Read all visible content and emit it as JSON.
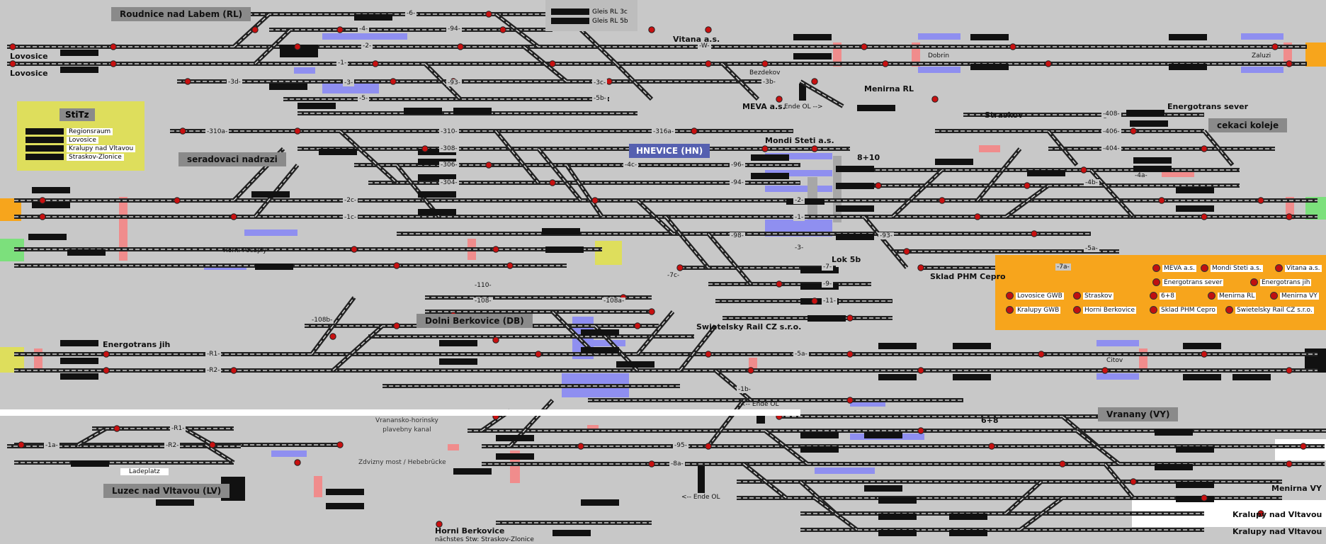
{
  "stations": {
    "roudnice": "Roudnice nad Labem (RL)",
    "seradovaci": "seradovaci nadrazi",
    "hnevice": "HNEVICE (HN)",
    "dolni_berkovice": "Dolni Berkovice (DB)",
    "vranany": "Vranany (VY)",
    "luzec": "Luzec nad Vltavou (LV)",
    "cekaci": "cekaci koleje"
  },
  "place_labels": {
    "lovosice1": "Lovosice",
    "lovosice2": "Lovosice",
    "vitana": "Vitana a.s.",
    "dobrin": "Dobrin",
    "zaluzi": "Zaluzi",
    "bezdekov": "Bezdekov",
    "menirna_rl": "Menirna RL",
    "meva": "MEVA a.s.",
    "ende_ol_top": "Ende OL -->",
    "straskov": "Straskov",
    "energotrans_sever": "Energotrans sever",
    "mondi": "Mondi Steti a.s.",
    "eight_ten": "8+10",
    "lok5b": "Lok 5b",
    "sklad": "Sklad PHM Cepro",
    "horni_pocaply": "Horni Pocaply",
    "energotrans_jih": "Energotrans jih",
    "swietelsky": "Swietelsky Rail CZ s.r.o.",
    "citov": "Citov",
    "ende_ol_mid": "<-- Ende OL",
    "six_eight": "6+8",
    "kanal": "Vranansko-horinsky\nplavebny kanal",
    "most": "Zdvizny most / Hebebrücke",
    "ladeplatz": "Ladeplatz",
    "ende_ol_low": "<-- Ende OL",
    "horni_berkovice": "Horni Berkovice",
    "nachstes": "nächstes Stw: Straskov-Zlonice",
    "menirna_vy": "Menirna VY",
    "kralupy1": "Kralupy nad Vltavou",
    "kralupy2": "Kralupy nad Vltavou"
  },
  "legend": {
    "title": "StiTz",
    "rows": [
      "Regionsraum",
      "Lovosice",
      "Kralupy nad Vltavou",
      "Straskov-Zlonice"
    ]
  },
  "gleis": [
    "Gleis RL 3c",
    "Gleis RL 5b"
  ],
  "orange_panel": [
    "MEVA a.s.",
    "Mondi Steti a.s.",
    "Vitana a.s.",
    "Energotrans sever",
    "Energotrans jih",
    "Lovosice GWB",
    "Straskov",
    "6+8",
    "Menirna RL",
    "Menirna VY",
    "Kralupy GWB",
    "Horni Berkovice",
    "Sklad PHM Cepro",
    "Swietelsky Rail CZ s.r.o."
  ],
  "track_labels": [
    "-6-",
    "-4-",
    "-2-",
    "-1-",
    "-3-",
    "-5-",
    "-3d-",
    "-94-",
    "-93-",
    "-3c-",
    "-5b-",
    "-3b-",
    "-W-",
    "-310a-",
    "-310-",
    "-308-",
    "-306-",
    "-304-",
    "-316a-",
    "-4c-",
    "-2c-",
    "-1c-",
    "-98-",
    "-96-",
    "-94-",
    "-2-",
    "-1-",
    "-93-",
    "-3-",
    "-7-",
    "-9-",
    "-11-",
    "-408-",
    "-406-",
    "-404-",
    "-4b-",
    "-4a-",
    "-5a-",
    "-7a-",
    "-7c-",
    "-110-",
    "-108-",
    "-108a-",
    "-108b-",
    "-R1-",
    "-R2-",
    "-5a-",
    "-1b-",
    "-1a-",
    "-R1-",
    "-R2-",
    "-95-",
    "-8a-"
  ]
}
